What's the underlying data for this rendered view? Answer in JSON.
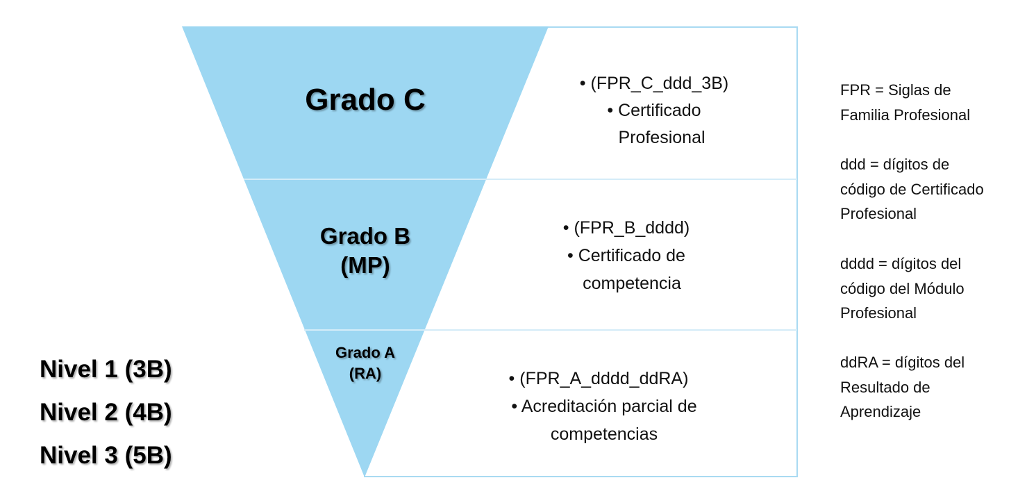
{
  "grades": [
    {
      "title_lines": [
        "Grado C"
      ],
      "desc_lines": [
        "• (FPR_C_ddd_3B)",
        "• Certificado",
        "Profesional"
      ]
    },
    {
      "title_lines": [
        "Grado B",
        "(MP)"
      ],
      "desc_lines": [
        "• (FPR_B_dddd)",
        "• Certificado de",
        "competencia"
      ]
    },
    {
      "title_lines": [
        "Grado A",
        "(RA)"
      ],
      "desc_lines": [
        "• (FPR_A_dddd_ddRA)",
        "• Acreditación parcial de",
        "competencias"
      ]
    }
  ],
  "levels": [
    "Nivel 1 (3B)",
    "Nivel 2 (4B)",
    "Nivel 3 (5B)"
  ],
  "legend": [
    [
      "FPR = Siglas de",
      "Familia Profesional"
    ],
    [
      "ddd = dígitos de",
      "código de Certificado",
      "Profesional"
    ],
    [
      "dddd = dígitos del",
      "código del Módulo",
      "Profesional"
    ],
    [
      "ddRA = dígitos del",
      "Resultado de",
      "Aprendizaje"
    ]
  ],
  "colors": {
    "triangle": "#9dd7f2",
    "border": "#a9daf2"
  }
}
